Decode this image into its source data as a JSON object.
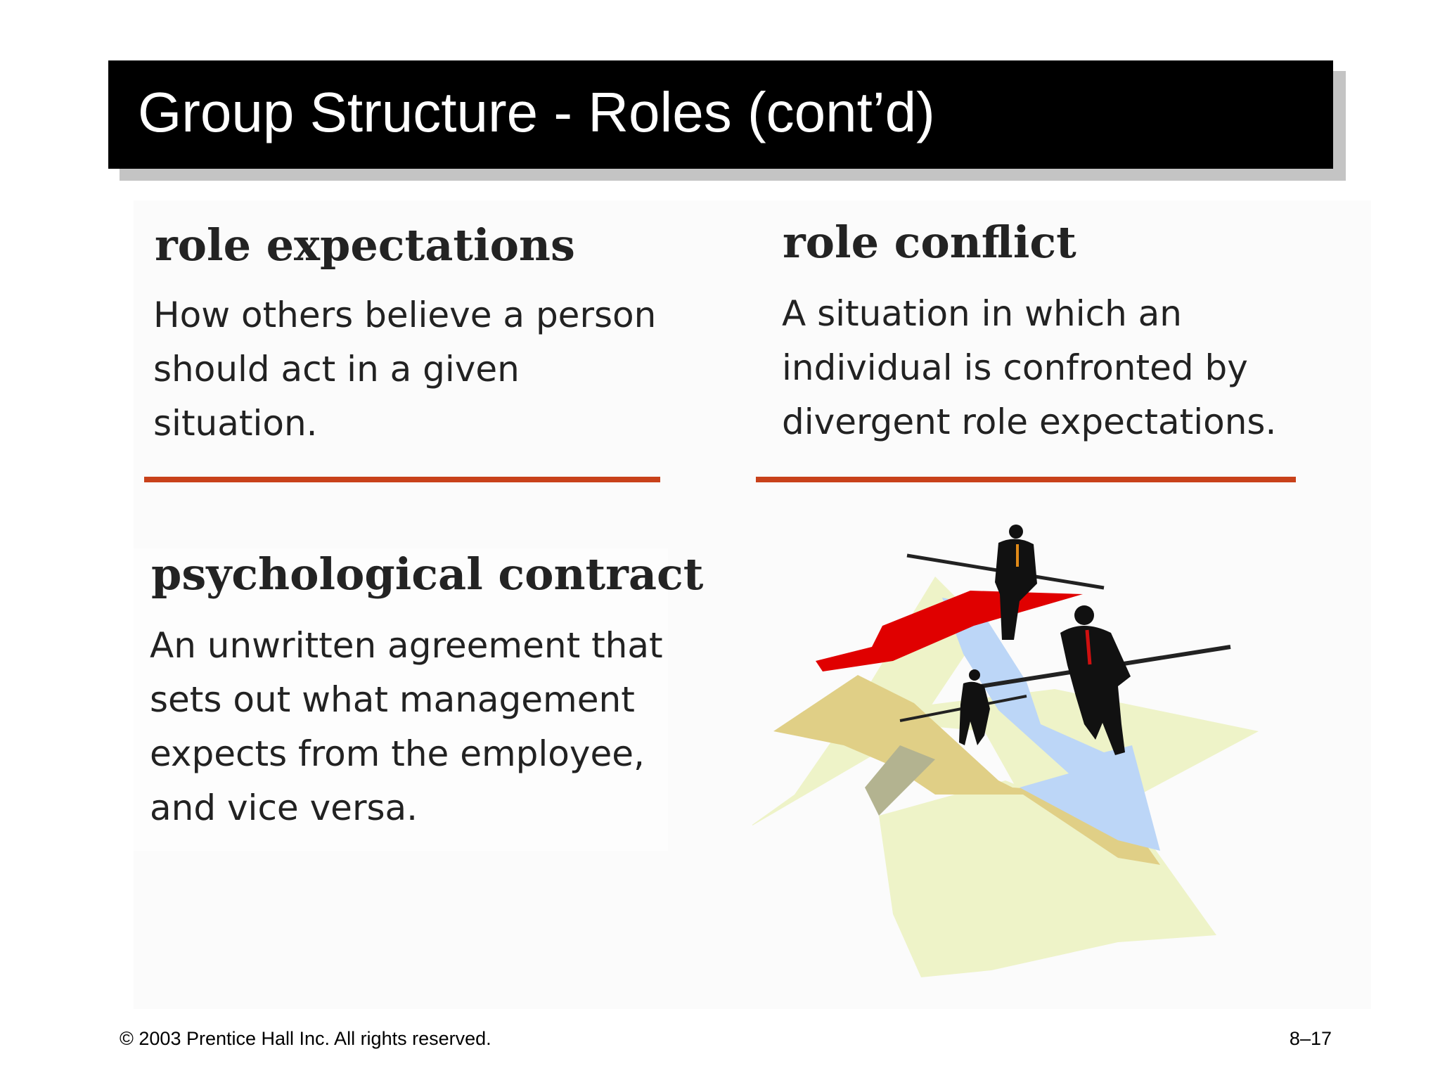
{
  "slide": {
    "title": "Group Structure - Roles (cont’d)"
  },
  "definitions": [
    {
      "term": "role expectations",
      "text": "How others believe a person should act in a given situation."
    },
    {
      "term": "role conflict",
      "text": "A situation in which an individual is confronted by divergent role expectations."
    },
    {
      "term": "psychological contract",
      "text": "An unwritten agreement that sets out what management expects from the employee, and vice versa."
    }
  ],
  "footer": {
    "copyright": "© 2003 Prentice Hall Inc. All rights reserved.",
    "page_number": "8–17"
  },
  "colors": {
    "title_bar": "#000000",
    "title_text": "#ffffff",
    "rule": "#c8411a",
    "art_paper": "#eef3c8",
    "art_arrow_red": "#e00000",
    "art_arrow_blue": "#bcd6f7",
    "art_arrow_tan": "#e0cf86"
  },
  "illustration": {
    "icon": "balancing-businessmen-clipart"
  }
}
